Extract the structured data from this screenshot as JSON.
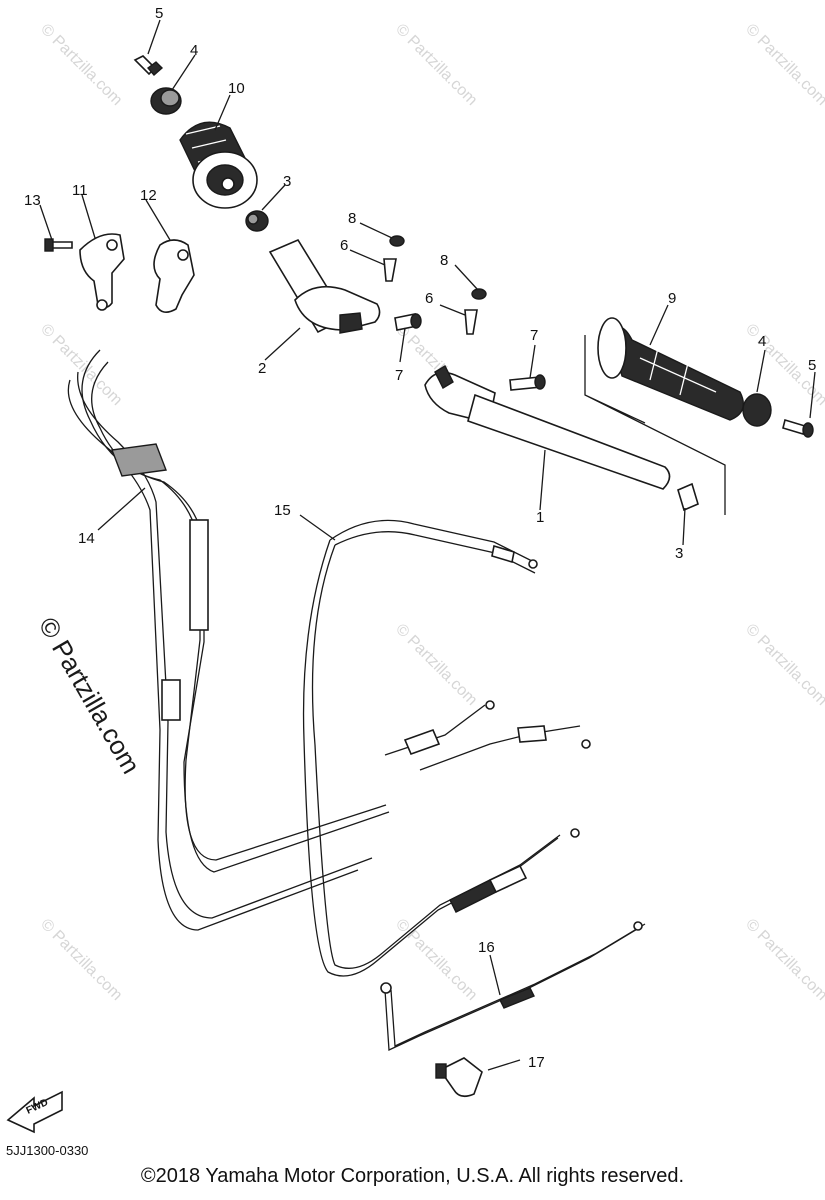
{
  "diagram": {
    "callouts": [
      "1",
      "2",
      "3",
      "3",
      "4",
      "4",
      "5",
      "5",
      "6",
      "6",
      "7",
      "7",
      "8",
      "8",
      "9",
      "10",
      "11",
      "12",
      "13",
      "14",
      "15",
      "16",
      "17"
    ],
    "watermark_small": "© Partzilla.com",
    "watermark_large": "© Partzilla.com",
    "direction_label": "FWD",
    "diagram_code": "5JJ1300-0330"
  },
  "footer": {
    "copyright": "©2018  Yamaha Motor Corporation, U.S.A. All rights reserved."
  }
}
